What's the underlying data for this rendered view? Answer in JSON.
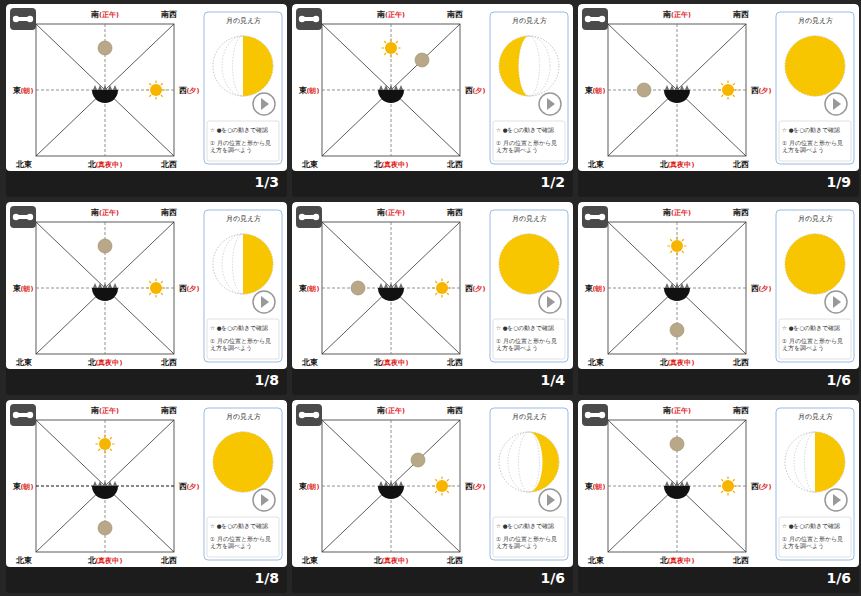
{
  "diagram": {
    "nodes": [
      {
        "text": [
          "南",
          "(正午)",
          "南西",
          "東",
          "(朝)",
          "西",
          "(夕)",
          "北東",
          "北",
          "(真夜中)",
          "北西",
          "月の見え方",
          "☆ ●を○の動きで確認",
          "① 月の位置と形から見え方を調べよう",
          "1/3"
        ]
      },
      {
        "text": [
          "南",
          "(正午)",
          "南西",
          "東",
          "(朝)",
          "西",
          "(夕)",
          "北東",
          "北",
          "(真夜中)",
          "北西",
          "月の見え方",
          "☆ ●を○の動きで確認",
          "① 月の位置と形から見え方を調べよう",
          "1/2"
        ]
      },
      {
        "text": [
          "南",
          "(正午)",
          "南西",
          "東",
          "(朝)",
          "西",
          "(夕)",
          "北東",
          "北",
          "(真夜中)",
          "北西",
          "月の見え方",
          "☆ ●を○の動きで確認",
          "① 月の位置と形から見え方を調べよう",
          "1/9"
        ]
      },
      {
        "text": [
          "南",
          "(正午)",
          "南西",
          "東",
          "(朝)",
          "西",
          "(夕)",
          "北東",
          "北",
          "(真夜中)",
          "北西",
          "月の見え方",
          "☆ ●を○の動きで確認",
          "① 月の位置と形から見え方を調べよう",
          "1/8"
        ]
      },
      {
        "text": [
          "南",
          "(正午)",
          "南西",
          "東",
          "(朝)",
          "西",
          "(夕)",
          "北東",
          "北",
          "(真夜中)",
          "北西",
          "月の見え方",
          "☆ ●を○の動きで確認",
          "① 月の位置と形から見え方を調べよう",
          "1/4"
        ]
      },
      {
        "text": [
          "南",
          "(正午)",
          "南西",
          "東",
          "(朝)",
          "西",
          "(夕)",
          "北東",
          "北",
          "(真夜中)",
          "北西",
          "月の見え方",
          "☆ ●を○の動きで確認",
          "① 月の位置と形から見え方を調べよう",
          "1/6"
        ]
      },
      {
        "text": [
          "南",
          "(正午)",
          "南西",
          "東",
          "(朝)",
          "西",
          "(夕)",
          "北東",
          "北",
          "(真夜中)",
          "北西",
          "月の見え方",
          "☆ ●を○の動きで確認",
          "① 月の位置と形から見え方を調べよう",
          "1/8"
        ]
      },
      {
        "text": [
          "南",
          "(正午)",
          "南西",
          "東",
          "(朝)",
          "西",
          "(夕)",
          "北東",
          "北",
          "(真夜中)",
          "北西",
          "月の見え方",
          "☆ ●を○の動きで確認",
          "① 月の位置と形から見え方を調べよう",
          "1/6"
        ]
      },
      {
        "text": [
          "南",
          "(正午)",
          "南西",
          "東",
          "(朝)",
          "西",
          "(夕)",
          "北東",
          "北",
          "(真夜中)",
          "北西",
          "月の見え方",
          "☆ ●を○の動きで確認",
          "① 月の位置と形から見え方を調べよう",
          "1/6"
        ]
      }
    ]
  }
}
